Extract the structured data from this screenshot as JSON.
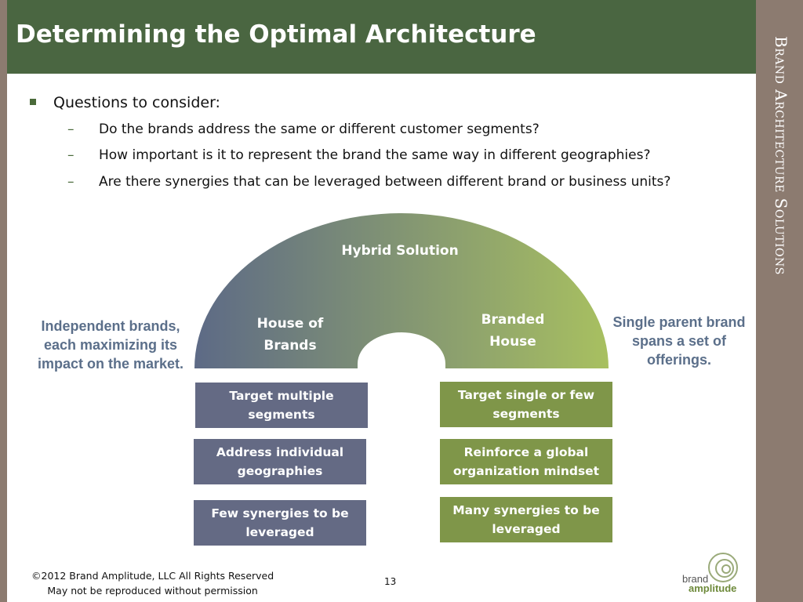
{
  "slide": {
    "title": "Determining the Optimal Architecture",
    "side_title": "Brand Architecture Solutions",
    "page_number": "13"
  },
  "questions": {
    "heading": "Questions to consider:",
    "items": [
      "Do the brands address the same or different customer segments?",
      "How important is it to represent the brand the same way in different geographies?",
      "Are there synergies that can be leveraged between different brand or business units?"
    ],
    "dash_glyph": "–"
  },
  "arch": {
    "top_label": "Hybrid Solution",
    "left_label": [
      "House of",
      "Brands"
    ],
    "right_label": [
      "Branded",
      "House"
    ],
    "gradient": [
      "#5d6a86",
      "#a8c060"
    ]
  },
  "side_notes": {
    "left": [
      "Independent brands,",
      "each maximizing its",
      "impact on the market."
    ],
    "right": [
      "Single parent brand",
      "spans a set of",
      "offerings."
    ]
  },
  "left_boxes": [
    [
      "Target multiple",
      "segments"
    ],
    [
      "Address individual",
      "geographies"
    ],
    [
      "Few synergies to be",
      "leveraged"
    ]
  ],
  "right_boxes": [
    [
      "Target single or few",
      "segments"
    ],
    [
      "Reinforce a global",
      "organization mindset"
    ],
    [
      "Many synergies to be",
      "leveraged"
    ]
  ],
  "footer": {
    "copyright": "©2012 Brand Amplitude, LLC All Rights Reserved",
    "permission": "May not be reproduced without permission"
  },
  "logo": {
    "line1": "brand",
    "line2": "amplitude"
  },
  "colors": {
    "title_bar": "#4a6641",
    "frame": "#8c7b70",
    "box_blue": "#646a84",
    "box_green": "#7f9649",
    "side_text": "#5b6f8a"
  }
}
